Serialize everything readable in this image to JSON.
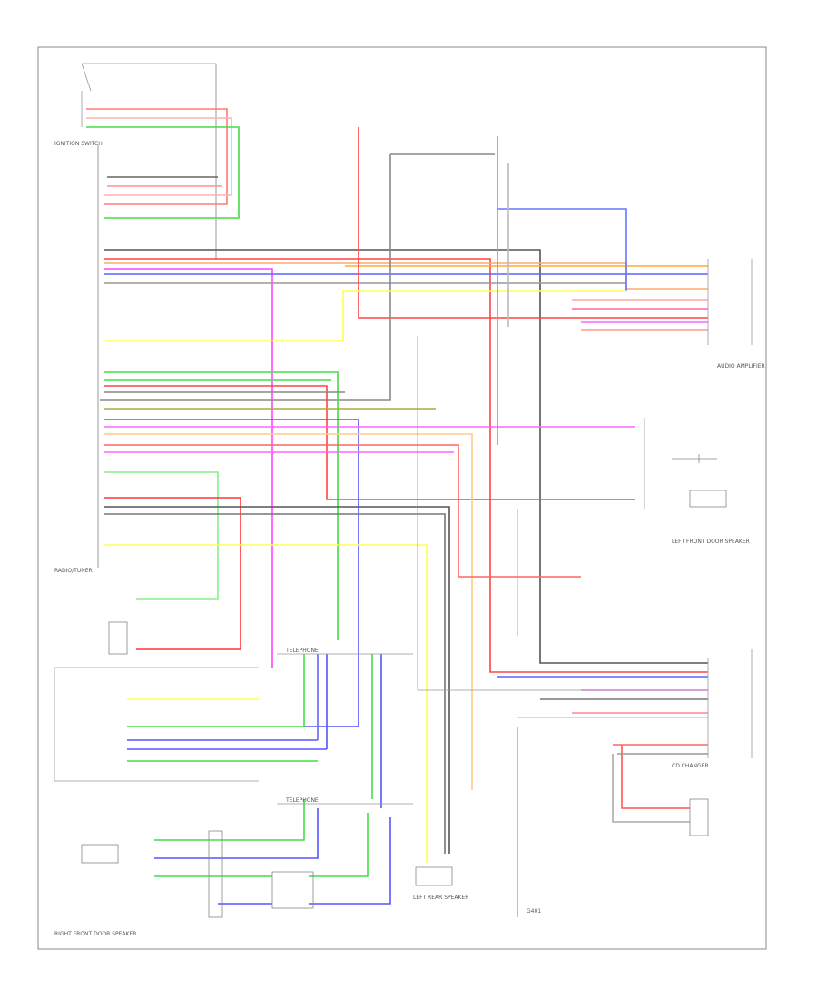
{
  "connectors": {
    "ignition": "IGNITION SWITCH",
    "radio": "RADIO/TUNER",
    "amplifier": "AUDIO AMPLIFIER",
    "cd_changer": "CD CHANGER",
    "left_front_speaker": "LEFT FRONT DOOR SPEAKER",
    "right_front_speaker": "RIGHT FRONT DOOR SPEAKER",
    "left_rear_speaker": "LEFT REAR SPEAKER",
    "telephone": "TELEPHONE",
    "ground": "G401"
  },
  "colors": {
    "red": "#ff6a6a",
    "pink": "#ffaaaa",
    "green": "#44dd44",
    "blue": "#5555ff",
    "magenta": "#ff44ff",
    "yellow": "#ffff55",
    "orange": "#ffaa33",
    "gray": "#666666",
    "lightblue": "#66ccff",
    "lightgreen": "#88ee88",
    "olive": "#aaaa44"
  }
}
